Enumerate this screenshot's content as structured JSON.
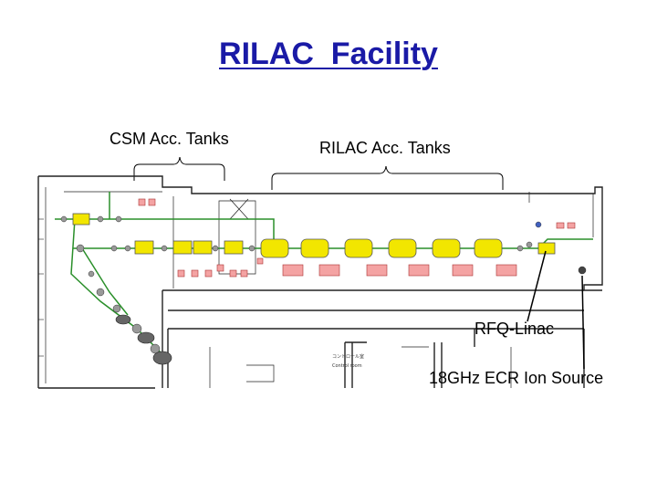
{
  "title": "RILAC  Facility",
  "labels": {
    "csm_tanks": "CSM   Acc. Tanks",
    "rilac_tanks": "RILAC Acc. Tanks",
    "rfq_linac": "RFQ-Linac",
    "ecr_source": "18GHz ECR Ion Source"
  },
  "plan_text": {
    "control_room_jp": "コントロール室",
    "control_room_en": "Control room"
  },
  "colors": {
    "title": "#1a1aa6",
    "tank_fill": "#f2e600",
    "magnet_fill": "#f4a3a3",
    "beamline": "#2a8f2a"
  }
}
